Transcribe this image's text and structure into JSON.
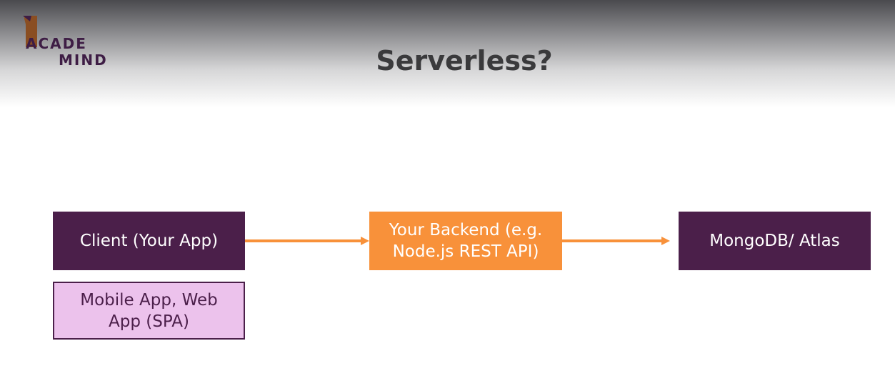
{
  "slide": {
    "title": "Serverless?"
  },
  "logo": {
    "line1": "ACADE",
    "line2": "MIND",
    "colors": {
      "text": "#3e1d45",
      "mark": "#8a4e22"
    }
  },
  "diagram": {
    "nodes": {
      "client": "Client (Your App)",
      "backend": "Your Backend (e.g. Node.js REST API)",
      "database": "MongoDB/ Atlas",
      "client_note": "Mobile App, Web App (SPA)"
    },
    "edges": [
      {
        "from": "client",
        "to": "backend"
      },
      {
        "from": "backend",
        "to": "database"
      }
    ],
    "colors": {
      "dark_box": "#4b1f4a",
      "backend_box": "#f8913a",
      "note_box": "#ecc2ec",
      "arrow": "#f8913a",
      "title_text": "#3a3a3c"
    }
  }
}
